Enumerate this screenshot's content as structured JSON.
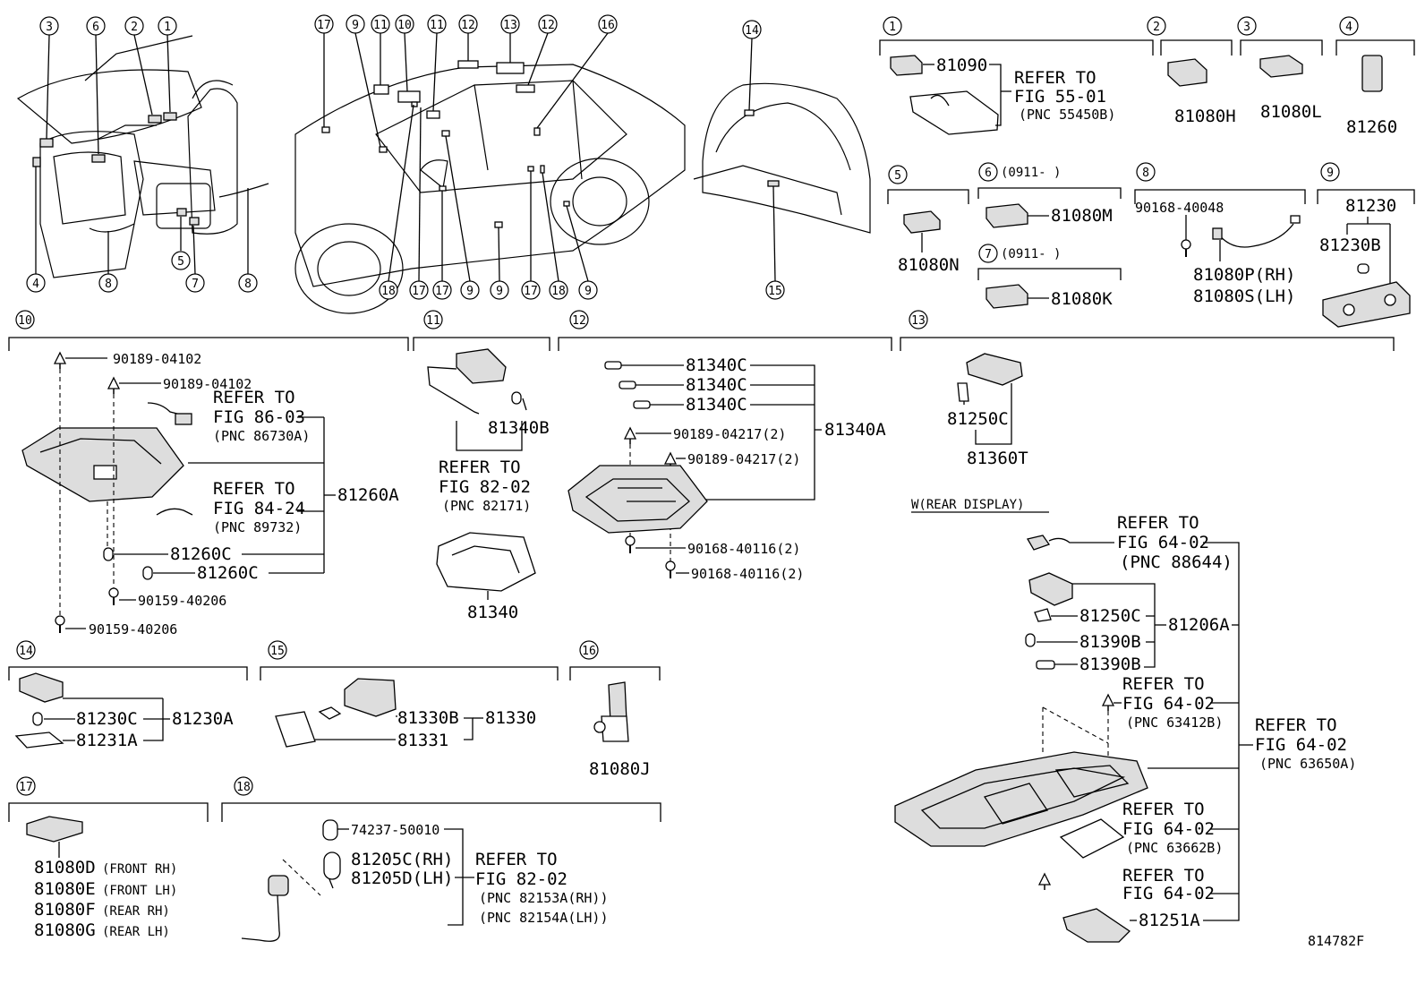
{
  "circles": [
    "1",
    "2",
    "3",
    "4",
    "5",
    "6",
    "7",
    "8",
    "9",
    "10",
    "11",
    "12",
    "13",
    "14",
    "15",
    "16",
    "17",
    "18"
  ],
  "callouts": {
    "a": [
      "3",
      "6",
      "2",
      "1"
    ],
    "b": [
      "4",
      "5",
      "7",
      "8"
    ],
    "c": [
      "17",
      "9",
      "11",
      "10",
      "11",
      "12",
      "13",
      "12",
      "16"
    ],
    "d": [
      "18",
      "17",
      "17",
      "9",
      "9",
      "17",
      "18",
      "9"
    ],
    "e": [
      "14",
      "15"
    ]
  },
  "g1": {
    "p1": "81090",
    "ref1": "REFER TO",
    "ref2": "FIG 55-01",
    "pnc": "(PNC 55450B)"
  },
  "g2": {
    "p1": "81080H"
  },
  "g3": {
    "p1": "81080L"
  },
  "g4": {
    "p1": "81260"
  },
  "g5": {
    "p1": "81080N"
  },
  "g6": {
    "note": "(0911-    )",
    "p1": "81080M"
  },
  "g7": {
    "note": "(0911-    )",
    "p1": "81080K"
  },
  "g8": {
    "p1": "90168-40048",
    "p2": "81080P(RH)",
    "p3": "81080S(LH)"
  },
  "g9": {
    "p1": "81230",
    "p2": "81230B"
  },
  "g10": {
    "s1": "90189-04102",
    "s2": "90189-04102",
    "r1": "REFER TO",
    "r2": "FIG 86-03",
    "r3": "(PNC 86730A)",
    "r4": "REFER TO",
    "r5": "FIG 84-24",
    "r6": "(PNC 89732)",
    "main": "81260A",
    "b1": "81260C",
    "b2": "81260C",
    "sc1": "90159-40206",
    "sc2": "90159-40206"
  },
  "g11": {
    "b": "81340B",
    "r1": "REFER TO",
    "r2": "FIG 82-02",
    "r3": "(PNC 82171)",
    "main": "81340"
  },
  "g12": {
    "c1": "81340C",
    "c2": "81340C",
    "c3": "81340C",
    "s1": "90189-04217(2)",
    "s2": "90189-04217(2)",
    "main": "81340A",
    "sc1": "90168-40116(2)",
    "sc2": "90168-40116(2)"
  },
  "g13": {
    "b": "81250C",
    "main": "81360T"
  },
  "g14": {
    "b": "81230C",
    "main": "81230A",
    "lens": "81231A"
  },
  "g15": {
    "b": "81330B",
    "main": "81330",
    "lens": "81331"
  },
  "g16": {
    "main": "81080J"
  },
  "g17": {
    "items": [
      {
        "pn": "81080D",
        "note": "(FRONT RH)"
      },
      {
        "pn": "81080E",
        "note": "(FRONT LH)"
      },
      {
        "pn": "81080F",
        "note": "(REAR RH)"
      },
      {
        "pn": "81080G",
        "note": "(REAR LH)"
      }
    ]
  },
  "g18": {
    "b1": "74237-50010",
    "b2": "81205C(RH)",
    "b3": "81205D(LH)",
    "r1": "REFER TO",
    "r2": "FIG 82-02",
    "r3": "(PNC 82153A(RH))",
    "r4": "(PNC 82154A(LH))"
  },
  "rear": {
    "title": "W(REAR DISPLAY)",
    "ra1": "REFER TO",
    "ra2": "FIG 64-02",
    "ra3": "(PNC 88644)",
    "b1": "81250C",
    "b2": "81390B",
    "b3": "81390B",
    "main": "81206A",
    "rb1": "REFER TO",
    "rb2": "FIG 64-02",
    "rb3": "(PNC 63412B)",
    "rc1": "REFER TO",
    "rc2": "FIG 64-02",
    "rc3": "(PNC 63650A)",
    "rd1": "REFER TO",
    "rd2": "FIG 64-02",
    "rd3": "(PNC 63662B)",
    "re1": "REFER TO",
    "re2": "FIG 64-02",
    "last": "81251A"
  },
  "ill": "814782F"
}
